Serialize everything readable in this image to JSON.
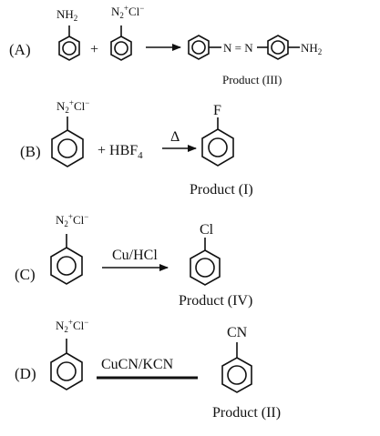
{
  "reactions": [
    {
      "label": "(A)",
      "reactant1_sub": "NH2",
      "reactant2_sub": "N2+Cl−",
      "plus": "+",
      "azo_link": "N = N",
      "product_sub": "NH2",
      "product": "Product (III)"
    },
    {
      "label": "(B)",
      "reactant_sub": "N2+Cl−",
      "reagent": "+ HBF4",
      "condition": "Δ",
      "product_sub": "F",
      "product": "Product (I)"
    },
    {
      "label": "(C)",
      "reactant_sub": "N2+Cl−",
      "reagent": "Cu/HCl",
      "product_sub": "Cl",
      "product": "Product (IV)"
    },
    {
      "label": "(D)",
      "reactant_sub": "N2+Cl−",
      "reagent": "CuCN/KCN",
      "product_sub": "CN",
      "product": "Product (II)"
    }
  ]
}
